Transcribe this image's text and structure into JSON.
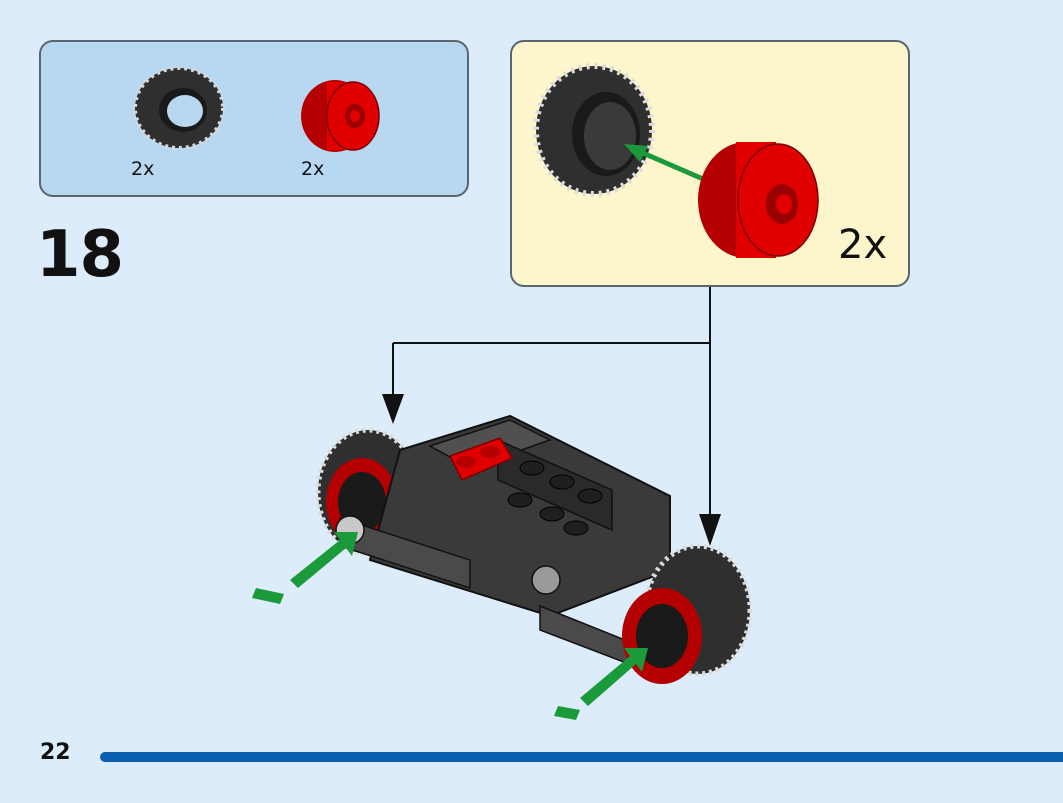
{
  "parts_list": {
    "items": [
      {
        "name": "tire",
        "qty": "2x",
        "color": "#2f2f2f"
      },
      {
        "name": "wheel-rim",
        "qty": "2x",
        "color": "#e00000"
      }
    ]
  },
  "step": {
    "number": "18"
  },
  "subassembly": {
    "qty": "2x"
  },
  "footer": {
    "page_number": "22",
    "progress_color": "#0a5fb0"
  },
  "colors": {
    "background": "#dcecfa",
    "parts_box": "#b8d8f2",
    "subassembly_box": "#fdf5cc",
    "arrow_green": "#1a9a3a",
    "brick_red": "#e00000",
    "brick_dark": "#2f2f2f"
  }
}
